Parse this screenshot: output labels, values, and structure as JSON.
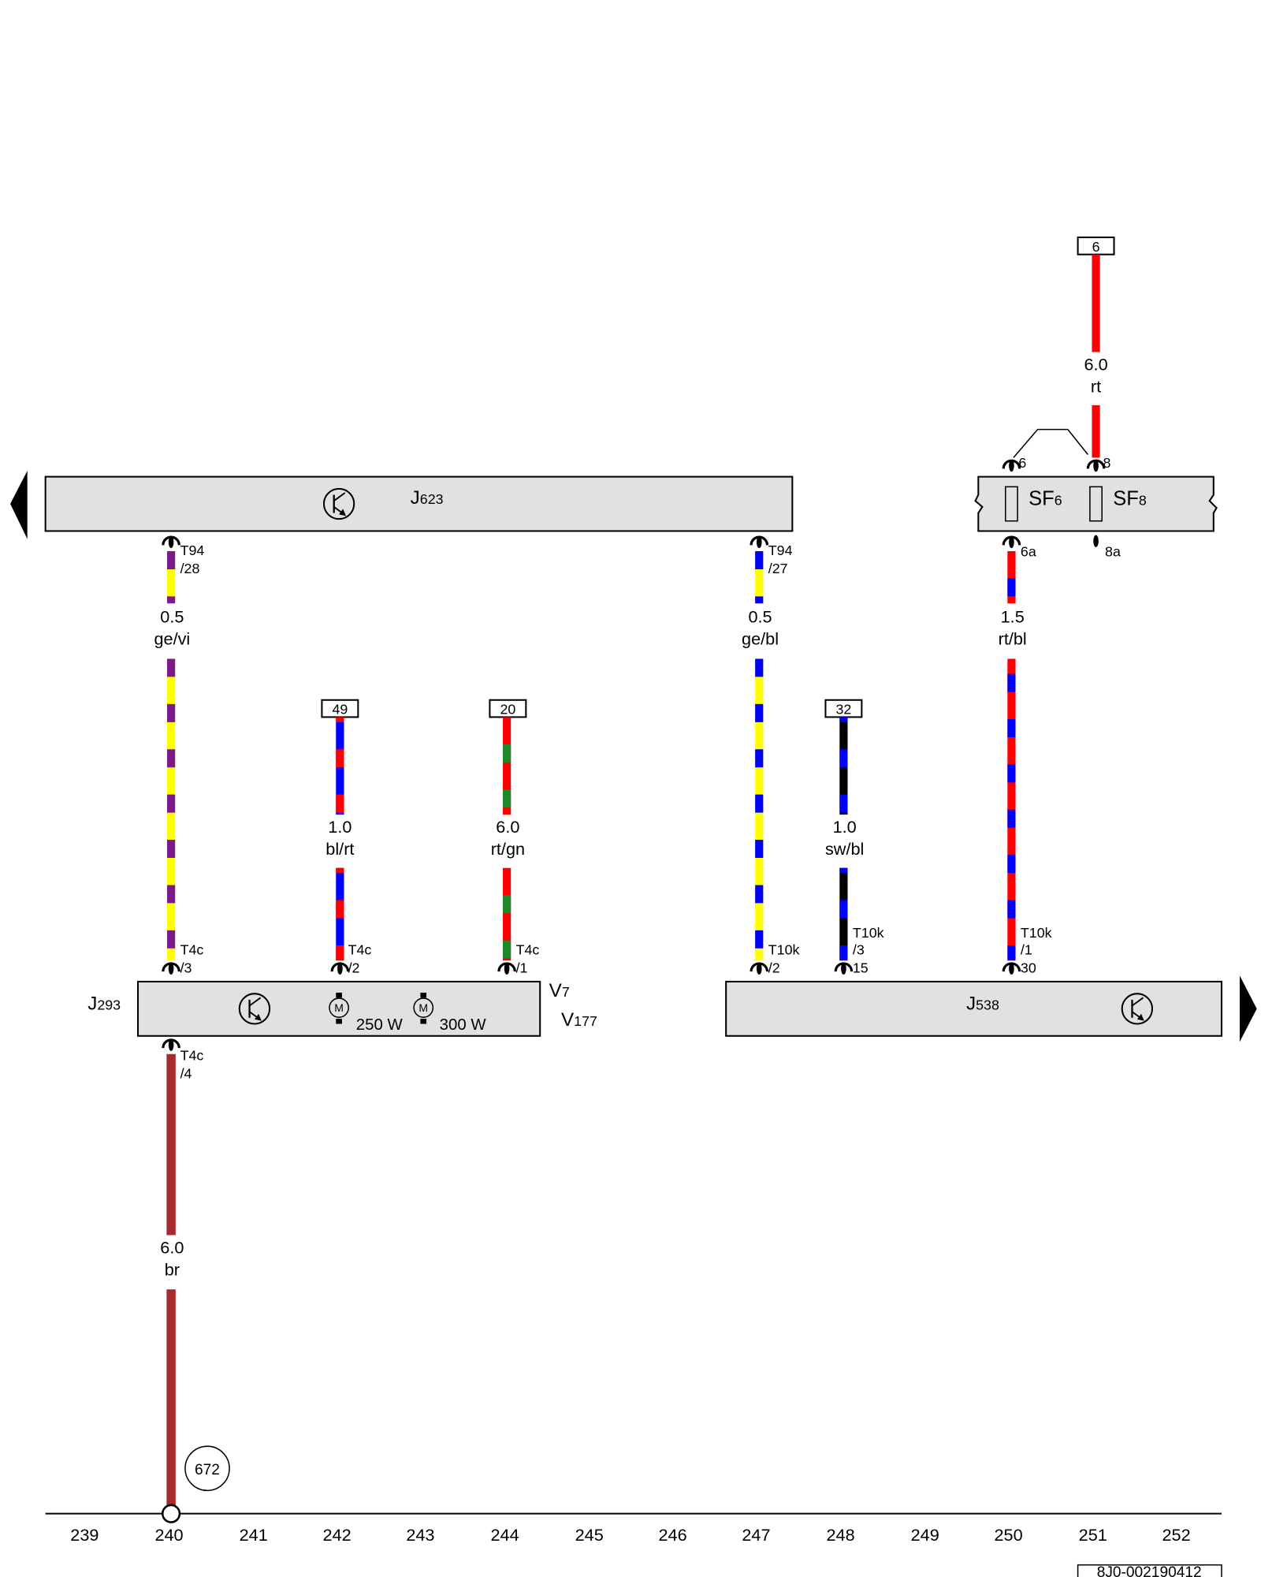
{
  "references": {
    "top": "6",
    "r49": "49",
    "r20": "20",
    "r32": "32",
    "ground_point": "672"
  },
  "components": {
    "j623": {
      "letter": "J",
      "number": "623"
    },
    "j293": {
      "letter": "J",
      "number": "293"
    },
    "j538": {
      "letter": "J",
      "number": "538"
    },
    "v7": {
      "letter": "V",
      "number": "7"
    },
    "v177": {
      "letter": "V",
      "number": "177"
    },
    "sf6": {
      "letter": "SF",
      "number": "6"
    },
    "sf8": {
      "letter": "SF",
      "number": "8"
    },
    "motor_1": {
      "symbol": "M",
      "rating": "250 W"
    },
    "motor_2": {
      "symbol": "M",
      "rating": "300 W"
    }
  },
  "wires": {
    "rt_top": {
      "size": "6.0",
      "color_code": "rt",
      "colors": [
        "#ff0000"
      ]
    },
    "ge_vi": {
      "size": "0.5",
      "color_code": "ge/vi",
      "colors": [
        "#ffff00",
        "#7b1a8b"
      ]
    },
    "bl_rt": {
      "size": "1.0",
      "color_code": "bl/rt",
      "colors": [
        "#0000ff",
        "#ff0000"
      ]
    },
    "rt_gn": {
      "size": "6.0",
      "color_code": "rt/gn",
      "colors": [
        "#ff0000",
        "#1b8a2a"
      ]
    },
    "ge_bl": {
      "size": "0.5",
      "color_code": "ge/bl",
      "colors": [
        "#ffff00",
        "#0000ff"
      ]
    },
    "sw_bl": {
      "size": "1.0",
      "color_code": "sw/bl",
      "colors": [
        "#000000",
        "#0000ff"
      ]
    },
    "rt_bl": {
      "size": "1.5",
      "color_code": "rt/bl",
      "colors": [
        "#ff0000",
        "#0000ff"
      ]
    },
    "br": {
      "size": "6.0",
      "color_code": "br",
      "colors": [
        "#a62a2e"
      ]
    }
  },
  "connectors": {
    "sf_in_6": {
      "pin": "6"
    },
    "sf_in_8": {
      "pin": "8"
    },
    "sf_out_6a": {
      "pin": "6a"
    },
    "sf_out_8a": {
      "pin": "8a"
    },
    "t94_28": {
      "name": "T94",
      "pin": "/28"
    },
    "t94_27": {
      "name": "T94",
      "pin": "/27"
    },
    "t4c_3": {
      "name": "T4c",
      "pin": "/3"
    },
    "t4c_2": {
      "name": "T4c",
      "pin": "/2"
    },
    "t4c_1": {
      "name": "T4c",
      "pin": "/1"
    },
    "t4c_4": {
      "name": "T4c",
      "pin": "/4"
    },
    "t10k_2": {
      "name": "T10k",
      "pin": "/2"
    },
    "t10k_3": {
      "name": "T10k",
      "pin": "/3",
      "terminal": "15"
    },
    "t10k_1": {
      "name": "T10k",
      "pin": "/1",
      "terminal": "30"
    }
  },
  "track_numbers": [
    "239",
    "240",
    "241",
    "242",
    "243",
    "244",
    "245",
    "246",
    "247",
    "248",
    "249",
    "250",
    "251",
    "252"
  ],
  "drawing_id": "8J0-002190412",
  "colors": {
    "component_fill": "#e1e1e1",
    "line": "#000000",
    "background": "#ffffff"
  }
}
